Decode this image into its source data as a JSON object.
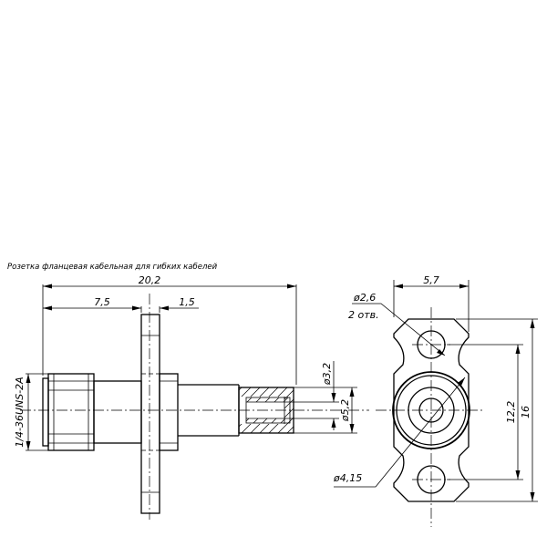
{
  "title": "Розетка фланцевая кабельная для гибких кабелей",
  "dims": {
    "overall_length": "20,2",
    "flange_offset": "7,5",
    "flange_thickness": "1,5",
    "thread": "1/4-36UNS-2A",
    "inner_dia": "ø3,2",
    "outer_dia": "ø5,2",
    "flange_width": "5,7",
    "hole_dia": "ø2,6",
    "hole_count": "2 отв.",
    "hole_spacing": "12,2",
    "flange_height": "16",
    "body_dia": "ø4,15"
  }
}
